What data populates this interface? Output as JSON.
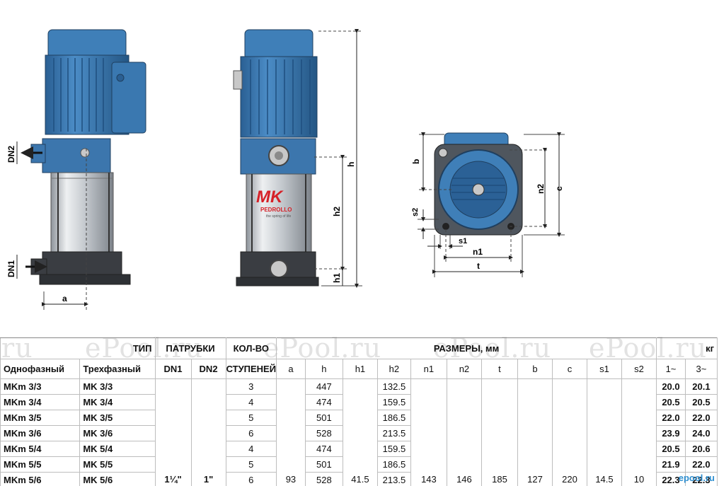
{
  "drawing_labels": {
    "dn2": "DN2",
    "dn1": "DN1",
    "a": "a",
    "h": "h",
    "h1": "h1",
    "h2": "h2",
    "b": "b",
    "c": "c",
    "n1": "n1",
    "n2": "n2",
    "s1": "s1",
    "s2": "s2",
    "t": "t",
    "logo_mk": "MK",
    "logo_brand": "PEDROLLO",
    "logo_tagline": "the spring of life"
  },
  "colors": {
    "motor_blue": "#3f7fb8",
    "motor_dark": "#1f4f7f",
    "steel": "#c9cdd2",
    "base_dark": "#3a3d42",
    "mk_red": "#d62027"
  },
  "watermark_text": "ePool.ru",
  "watermark_ru": "ru",
  "corner_brand": "epool.ru",
  "table": {
    "head": {
      "type": "ТИП",
      "single_phase": "Однофазный",
      "three_phase": "Трехфазный",
      "ports": "ПАТРУБКИ",
      "dn1": "DN1",
      "dn2": "DN2",
      "stages_top": "КОЛ-ВО",
      "stages_bottom": "СТУПЕНЕЙ",
      "dimensions": "РАЗМЕРЫ, мм",
      "weight": "кг",
      "dim_cols": [
        "a",
        "h",
        "h1",
        "h2",
        "n1",
        "n2",
        "t",
        "b",
        "c",
        "s1",
        "s2"
      ],
      "w1": "1~",
      "w3": "3~"
    },
    "common": {
      "dn1": "1¼\"",
      "dn2": "1\"",
      "a": "93",
      "h1": "41.5",
      "n1": "143",
      "n2": "146",
      "t": "185",
      "b": "127",
      "c": "220",
      "s1": "14.5",
      "s2": "10"
    },
    "rows": [
      {
        "m1": "MKm 3/3",
        "m3": "MK 3/3",
        "stages": "3",
        "h": "447",
        "h2": "132.5",
        "w1": "20.0",
        "w3": "20.1"
      },
      {
        "m1": "MKm 3/4",
        "m3": "MK 3/4",
        "stages": "4",
        "h": "474",
        "h2": "159.5",
        "w1": "20.5",
        "w3": "20.5"
      },
      {
        "m1": "MKm 3/5",
        "m3": "MK 3/5",
        "stages": "5",
        "h": "501",
        "h2": "186.5",
        "w1": "22.0",
        "w3": "22.0"
      },
      {
        "m1": "MKm 3/6",
        "m3": "MK 3/6",
        "stages": "6",
        "h": "528",
        "h2": "213.5",
        "w1": "23.9",
        "w3": "24.0"
      },
      {
        "m1": "MKm 5/4",
        "m3": "MK 5/4",
        "stages": "4",
        "h": "474",
        "h2": "159.5",
        "w1": "20.5",
        "w3": "20.6"
      },
      {
        "m1": "MKm 5/5",
        "m3": "MK 5/5",
        "stages": "5",
        "h": "501",
        "h2": "186.5",
        "w1": "21.9",
        "w3": "22.0"
      },
      {
        "m1": "MKm 5/6",
        "m3": "MK 5/6",
        "stages": "6",
        "h": "528",
        "h2": "213.5",
        "w1": "22.3",
        "w3": "22.3"
      }
    ]
  }
}
